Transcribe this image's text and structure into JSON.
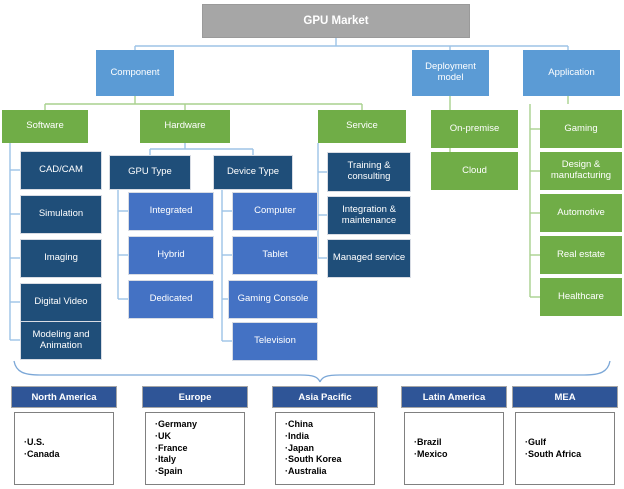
{
  "title": "GPU Market",
  "colors": {
    "root": "#a6a6a6",
    "level1": "#5b9bd5",
    "green": "#70ad47",
    "navy": "#1f4e79",
    "blue": "#4472c4",
    "region_header": "#2f5597",
    "connector_blue": "#9dc3e6",
    "connector_green": "#a9d18e"
  },
  "tree": {
    "root": "GPU Market",
    "branches": [
      {
        "label": "Component",
        "children": [
          {
            "label": "Software",
            "items": [
              "CAD/CAM",
              "Simulation",
              "Imaging",
              "Digital Video",
              "Modeling and Animation"
            ]
          },
          {
            "label": "Hardware",
            "groups": [
              {
                "label": "GPU Type",
                "items": [
                  "Integrated",
                  "Hybrid",
                  "Dedicated"
                ]
              },
              {
                "label": "Device Type",
                "items": [
                  "Computer",
                  "Tablet",
                  "Gaming Console",
                  "Television"
                ]
              }
            ]
          },
          {
            "label": "Service",
            "items": [
              "Training & consulting",
              "Integration & maintenance",
              "Managed service"
            ]
          }
        ]
      },
      {
        "label": "Deployment model",
        "children": [
          {
            "label": "On-premise"
          },
          {
            "label": "Cloud"
          }
        ]
      },
      {
        "label": "Application",
        "children": [
          {
            "label": "Gaming"
          },
          {
            "label": "Design & manufacturing"
          },
          {
            "label": "Automotive"
          },
          {
            "label": "Real estate"
          },
          {
            "label": "Healthcare"
          }
        ]
      }
    ]
  },
  "regions": [
    {
      "name": "North America",
      "countries": [
        "U.S.",
        "Canada"
      ]
    },
    {
      "name": "Europe",
      "countries": [
        "Germany",
        "UK",
        "France",
        "Italy",
        "Spain"
      ]
    },
    {
      "name": "Asia Pacific",
      "countries": [
        "China",
        "India",
        "Japan",
        "South Korea",
        "Australia"
      ]
    },
    {
      "name": "Latin America",
      "countries": [
        "Brazil",
        "Mexico"
      ]
    },
    {
      "name": "MEA",
      "countries": [
        "Gulf",
        "South Africa"
      ]
    }
  ]
}
